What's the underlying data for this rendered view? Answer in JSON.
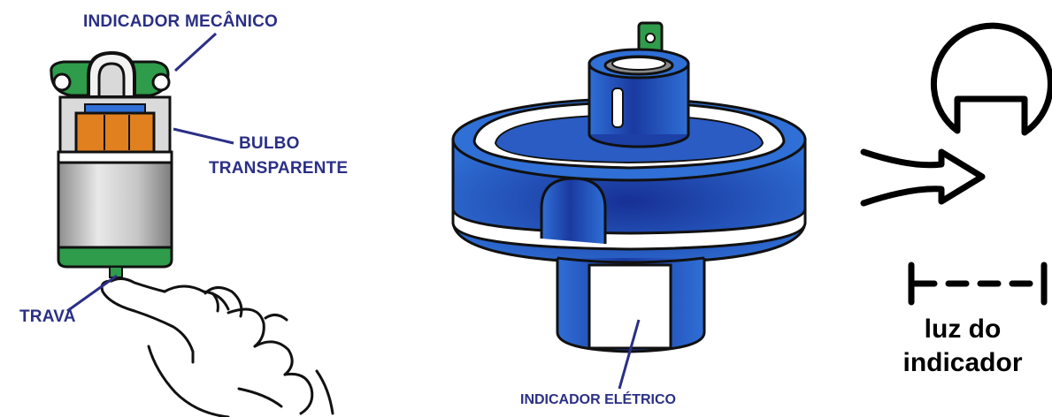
{
  "labels": {
    "mechanical_indicator": "INDICADOR MECÂNICO",
    "transparent_bulb_line1": "BULBO",
    "transparent_bulb_line2": "TRANSPARENTE",
    "lock": "TRAVA",
    "electric_indicator": "INDICADOR ELÉTRICO",
    "indicator_light_line1": "luz do",
    "indicator_light_line2": "indicador"
  },
  "colors": {
    "label_text": "#2b2f86",
    "indicator_blue": "#1f4fb5",
    "housing_green": "#2e9c4a",
    "bulb_orange": "#e0801f",
    "body_grey": "#b7b7b7"
  },
  "icons": [
    "mechanical-indicator-illustration",
    "hand-illustration",
    "electric-indicator-illustration",
    "indicator-light-symbol"
  ]
}
